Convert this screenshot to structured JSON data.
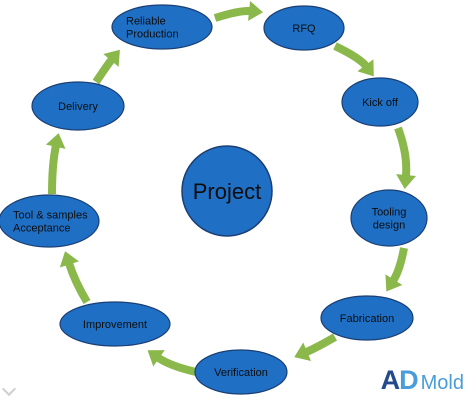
{
  "diagram": {
    "center": {
      "id": "project",
      "label": "Project"
    },
    "stages": [
      {
        "id": "reliable-production",
        "lines": [
          "Reliable",
          "Production"
        ]
      },
      {
        "id": "rfq",
        "lines": [
          "RFQ"
        ]
      },
      {
        "id": "kick-off",
        "lines": [
          "Kick off"
        ]
      },
      {
        "id": "tooling-design",
        "lines": [
          "Tooling",
          "design"
        ]
      },
      {
        "id": "fabrication",
        "lines": [
          "Fabrication"
        ]
      },
      {
        "id": "verification",
        "lines": [
          "Verification"
        ]
      },
      {
        "id": "improvement",
        "lines": [
          "Improvement"
        ]
      },
      {
        "id": "tool-samples-acceptance",
        "lines": [
          "Tool & samples",
          "Acceptance"
        ]
      },
      {
        "id": "delivery",
        "lines": [
          "Delivery"
        ]
      }
    ],
    "flow": "clockwise",
    "colors": {
      "node_fill": "#1f6fc5",
      "node_stroke": "#1b3f73",
      "arrow": "#8ab84a",
      "text": "#0d0d0d"
    }
  },
  "logo": {
    "brand_a": "A",
    "brand_d": "D",
    "brand_rest": "Mold",
    "colors": {
      "dark": "#234a8c",
      "light": "#4a9dd9"
    }
  }
}
